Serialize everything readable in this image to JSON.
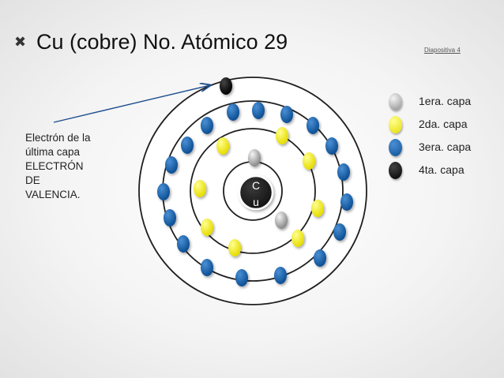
{
  "header": {
    "title_bullet": "✖",
    "title": "Cu (cobre) No. Atómico 29",
    "slide_label": "Diapositiva 4"
  },
  "annotation": {
    "lines": [
      "Electrón de la",
      "última capa",
      "ELECTRÓN",
      "DE",
      "VALENCIA."
    ]
  },
  "nucleus": {
    "line1": "C",
    "line2": "u"
  },
  "legend": [
    {
      "label": "1era. capa",
      "color": "#9a9a9a"
    },
    {
      "label": "2da. capa",
      "color": "#f5f000"
    },
    {
      "label": "3era. capa",
      "color": "#1565b0"
    },
    {
      "label": "4ta. capa",
      "color": "#0a0a0a"
    }
  ],
  "colors": {
    "shell1": "#9a9a9a",
    "shell2": "#f5f000",
    "shell3": "#1565b0",
    "shell4": "#0a0a0a",
    "nucleus": "#2a2a2a"
  }
}
